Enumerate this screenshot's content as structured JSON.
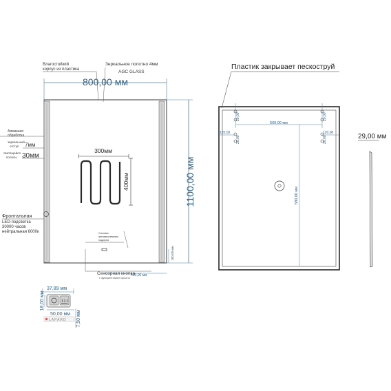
{
  "colors": {
    "line": "#3a3a3a",
    "blue_dim": "#4a7fa8",
    "led": "#c8c8c8",
    "heater": "#2a2a2a"
  },
  "front_view": {
    "width_dim": "800,00 мм",
    "height_dim": "1100,00 мм",
    "label_body": [
      "Влагостойкий",
      "корпус из пластика"
    ],
    "label_glass": [
      "Зеркальное полотно 4мм",
      "AGC GLASS"
    ],
    "label_diamond": [
      "Алмазная",
      "обработка"
    ],
    "label_mirror_indent": [
      "зеркальный",
      "отступ"
    ],
    "mirror_indent_value": "7мм",
    "label_strip": [
      "светящейся",
      "полосы"
    ],
    "strip_value": "30мм",
    "label_led": [
      "Фронтальная",
      "LED-подсветка",
      "30000 часов",
      "нейтральная 6000к"
    ],
    "heater_width": "300мм",
    "heater_height": "400мм",
    "label_defog": [
      "Система",
      "антизапотевания",
      "подогрев"
    ],
    "label_sensor": "Сенсорная кнопка",
    "label_sensor_sub": "с функцией памяти яркости",
    "sensor_offset": "400,00 мм",
    "sensor_height": "100,00 мм"
  },
  "back_view": {
    "title": "Пластик закрывает пескоструй",
    "hole_top_left": "20,00",
    "hole_top_right": "20,00",
    "hole_bottom_left": "20,00",
    "hole_bottom_right": "20,00",
    "edge_left": "120,00",
    "edge_right": "120,00",
    "between_holes": "560,00 мм",
    "vertical_dim": "580,00 мм"
  },
  "side_view": {
    "depth": "29,00 мм"
  },
  "button_detail": {
    "width_top": "37,89 мм",
    "height": "18,00 мм",
    "width_bottom": "50,00 мм",
    "depth": "7,50 мм",
    "brand": "LAPARD"
  }
}
